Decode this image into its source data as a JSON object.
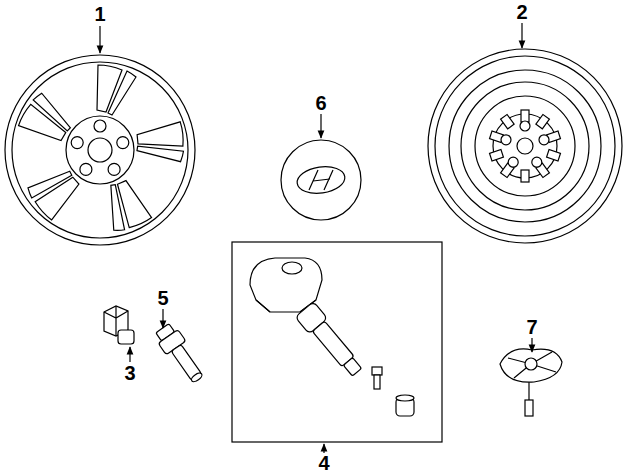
{
  "diagram": {
    "labels": [
      "1",
      "2",
      "6",
      "5",
      "7",
      "3",
      "4"
    ]
  }
}
